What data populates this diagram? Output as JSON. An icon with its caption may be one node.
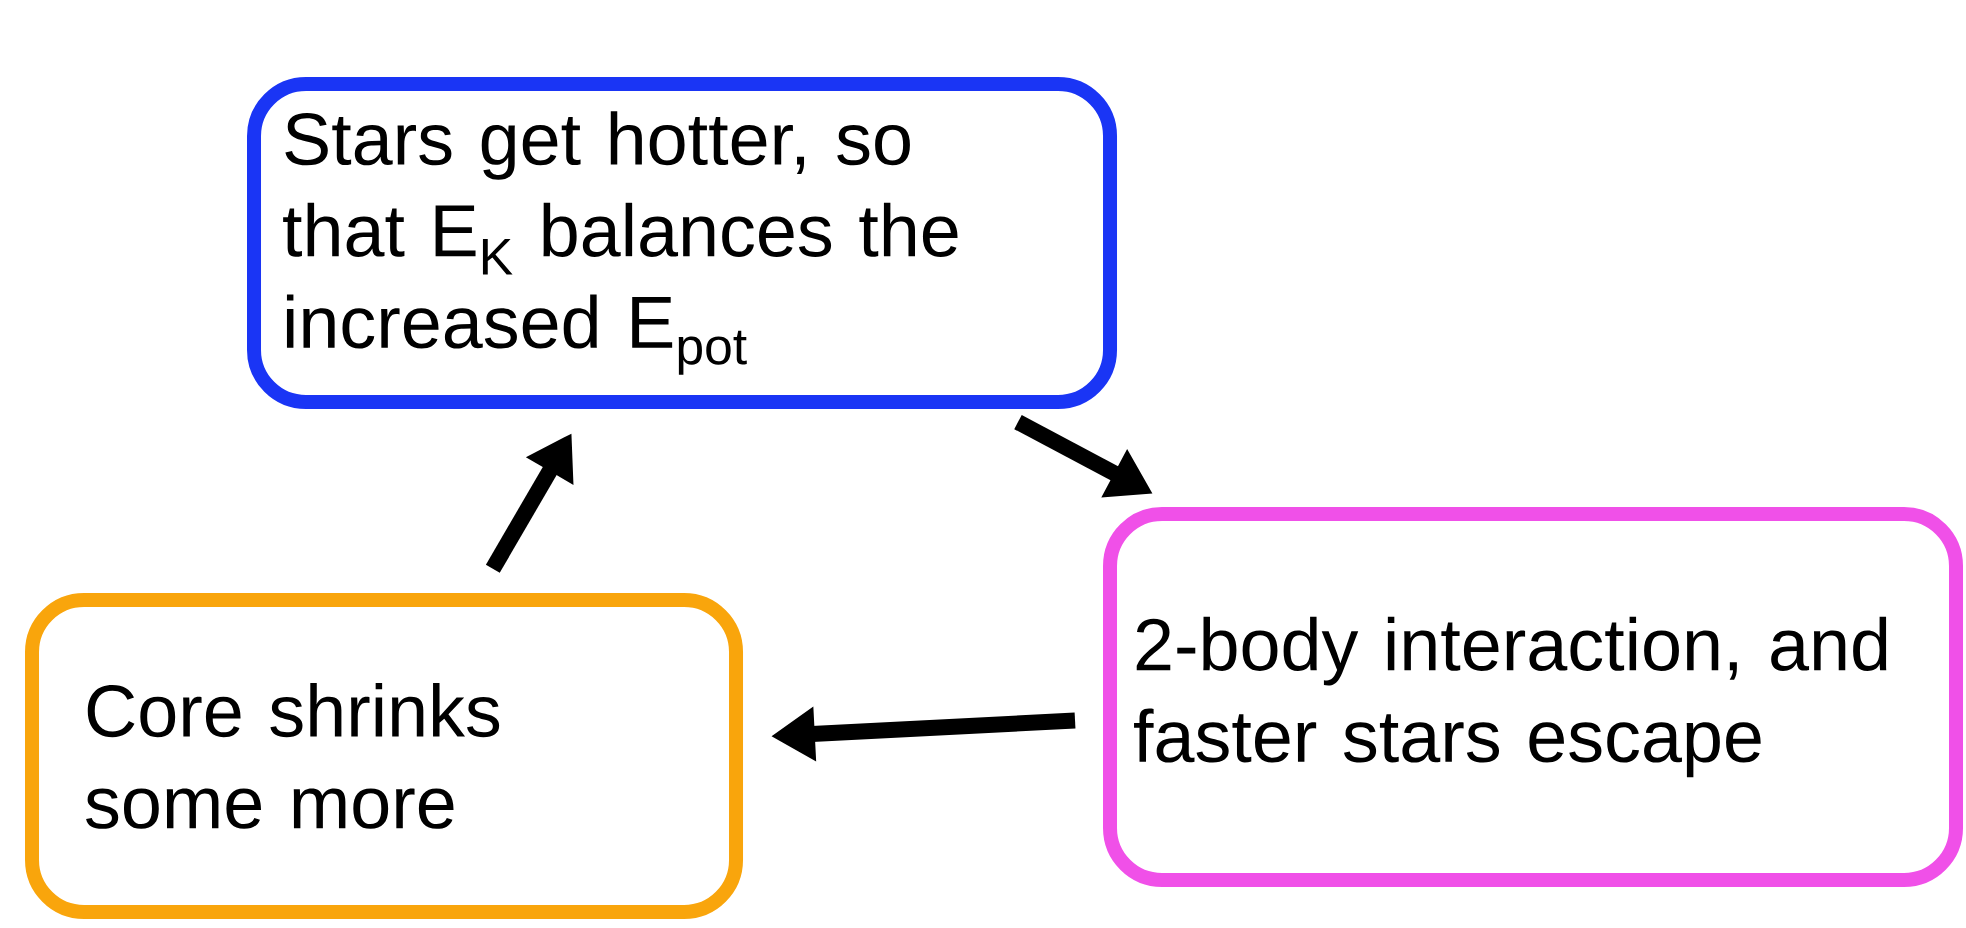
{
  "diagram": {
    "nodes": [
      {
        "text": [
          "Stars get hotter, so that E$_{K}$ balances the increased E$_{pot}$"
        ]
      },
      {
        "text": [
          "2-body interaction, and faster stars escape"
        ]
      },
      {
        "text": [
          "Core shrinks some more"
        ]
      }
    ],
    "edges": [
      {
        "from": 0,
        "to": 1,
        "arrow": "to"
      },
      {
        "from": 1,
        "to": 2,
        "arrow": "to"
      },
      {
        "from": 2,
        "to": 0,
        "arrow": "to"
      }
    ]
  }
}
